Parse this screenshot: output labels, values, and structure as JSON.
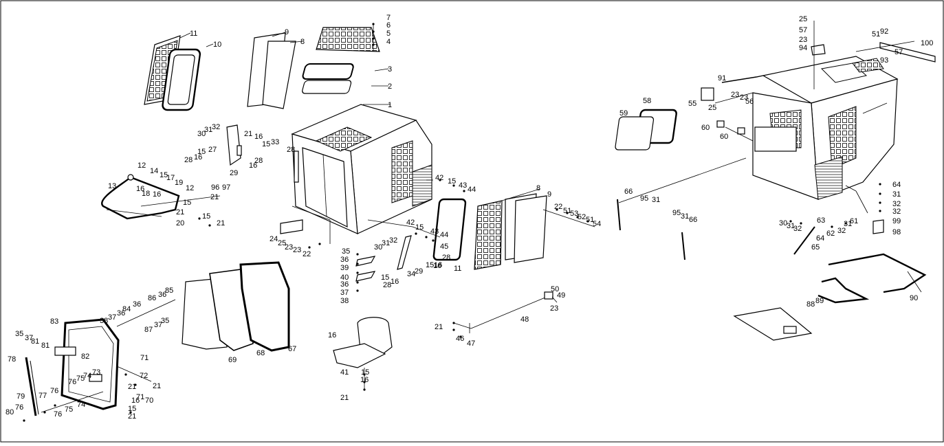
{
  "diagram": {
    "title": "Cab assembly exploded view",
    "callouts": [
      "1",
      "2",
      "3",
      "4",
      "5",
      "6",
      "7",
      "8",
      "9",
      "10",
      "11",
      "12",
      "13",
      "14",
      "15",
      "16",
      "17",
      "18",
      "19",
      "20",
      "21",
      "22",
      "23",
      "24",
      "25",
      "27",
      "28",
      "29",
      "30",
      "31",
      "32",
      "33",
      "34",
      "35",
      "36",
      "37",
      "38",
      "39",
      "40",
      "41",
      "42",
      "43",
      "44",
      "45",
      "46",
      "47",
      "48",
      "49",
      "50",
      "51",
      "52",
      "53",
      "54",
      "55",
      "56",
      "57",
      "58",
      "59",
      "60",
      "61",
      "62",
      "63",
      "64",
      "65",
      "66",
      "67",
      "68",
      "69",
      "70",
      "71",
      "72",
      "73",
      "74",
      "75",
      "76",
      "77",
      "78",
      "79",
      "80",
      "81",
      "82",
      "83",
      "84",
      "85",
      "86",
      "87",
      "88",
      "89",
      "90",
      "91",
      "92",
      "93",
      "94",
      "95",
      "96",
      "97",
      "98",
      "99",
      "100"
    ]
  }
}
